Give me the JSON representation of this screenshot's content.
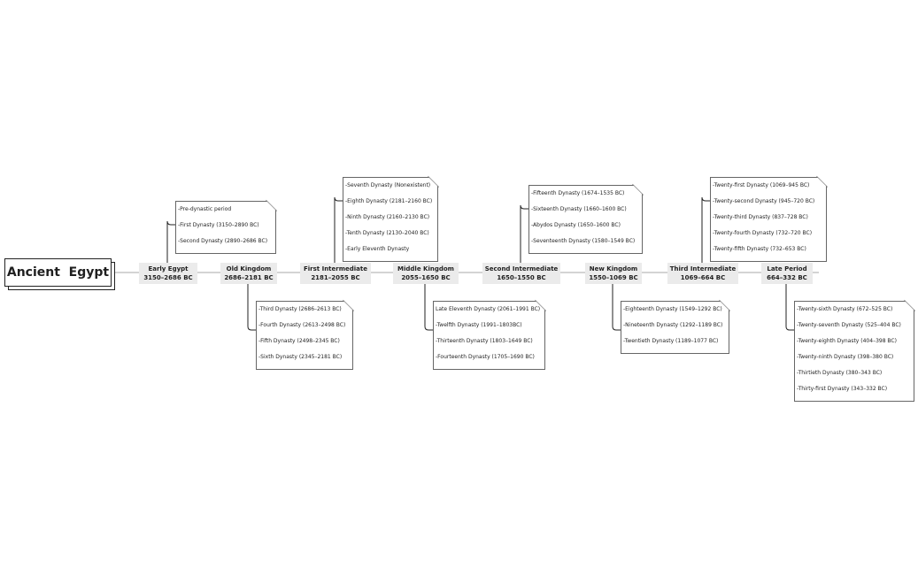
{
  "root": {
    "title": "Ancient  Egypt"
  },
  "periods": [
    {
      "name": "Early Egypt",
      "dates": "3150–2686 BC",
      "notes": [
        "-Pre-dynastic period",
        "-First Dynasty  (3150–2890 BC)",
        "-Second Dynasty (2890–2686 BC)"
      ]
    },
    {
      "name": "Old Kingdom",
      "dates": "2686–2181 BC",
      "notes": [
        "-Third Dynasty (2686–2613 BC)",
        "-Fourth Dynasty (2613–2498 BC)",
        "-Fifth Dynasty (2498–2345 BC)",
        "-Sixth Dynasty (2345–2181 BC)"
      ]
    },
    {
      "name": "First Intermediate",
      "dates": "2181–2055 BC",
      "notes": [
        "-Seventh Dynasty  (Nonexistent)",
        "-Eighth Dynasty (2181–2160 BC)",
        "-Ninth Dynasty (2160–2130 BC)",
        "-Tenth Dynasty (2130–2040 BC)",
        "-Early Eleventh Dynasty"
      ]
    },
    {
      "name": "Middle Kingdom",
      "dates": "2055–1650 BC",
      "notes": [
        "Late Eleventh Dynasty (2061–1991 BC)",
        "-Twelfth Dynasty (1991–1803BC)",
        "-Thirteenth Dynasty (1803–1649 BC)",
        "-Fourteenth Dynasty (1705–1690 BC)"
      ]
    },
    {
      "name": "Second Intermediate",
      "dates": "1650–1550 BC",
      "notes": [
        "-Fifteenth Dynasty (1674–1535 BC)",
        "-Sixteenth Dynasty (1660–1600 BC)",
        "-Abydos Dynasty (1650–1600 BC)",
        "-Seventeenth Dynasty (1580–1549 BC)"
      ]
    },
    {
      "name": "New Kingdom",
      "dates": "1550–1069 BC",
      "notes": [
        "-Eighteenth Dynasty (1549–1292 BC)",
        "-Nineteenth Dynasty (1292–1189 BC)",
        "-Twentieth Dynasty (1189–1077 BC)"
      ]
    },
    {
      "name": "Third Intermediate",
      "dates": "1069–664 BC",
      "notes": [
        "-Twenty-first Dynasty (1069–945 BC)",
        "-Twenty-second Dynasty (945–720 BC)",
        "-Twenty-third Dynasty (837–728 BC)",
        "-Twenty-fourth Dynasty (732–720 BC)",
        "-Twenty-fifth Dynasty (732–653 BC)"
      ]
    },
    {
      "name": "Late Period",
      "dates": "664–332 BC",
      "notes": [
        "-Twenty-sixth Dynasty (672–525 BC)",
        "-Twenty-seventh Dynasty (525–404 BC)",
        "-Twenty-eighth Dynasty (404–398 BC)",
        "-Twenty-ninth Dynasty (398–380 BC)",
        "-Thirtieth Dynasty (380–343 BC)",
        "-Thirty-first Dynasty (343–332 BC)"
      ]
    }
  ]
}
